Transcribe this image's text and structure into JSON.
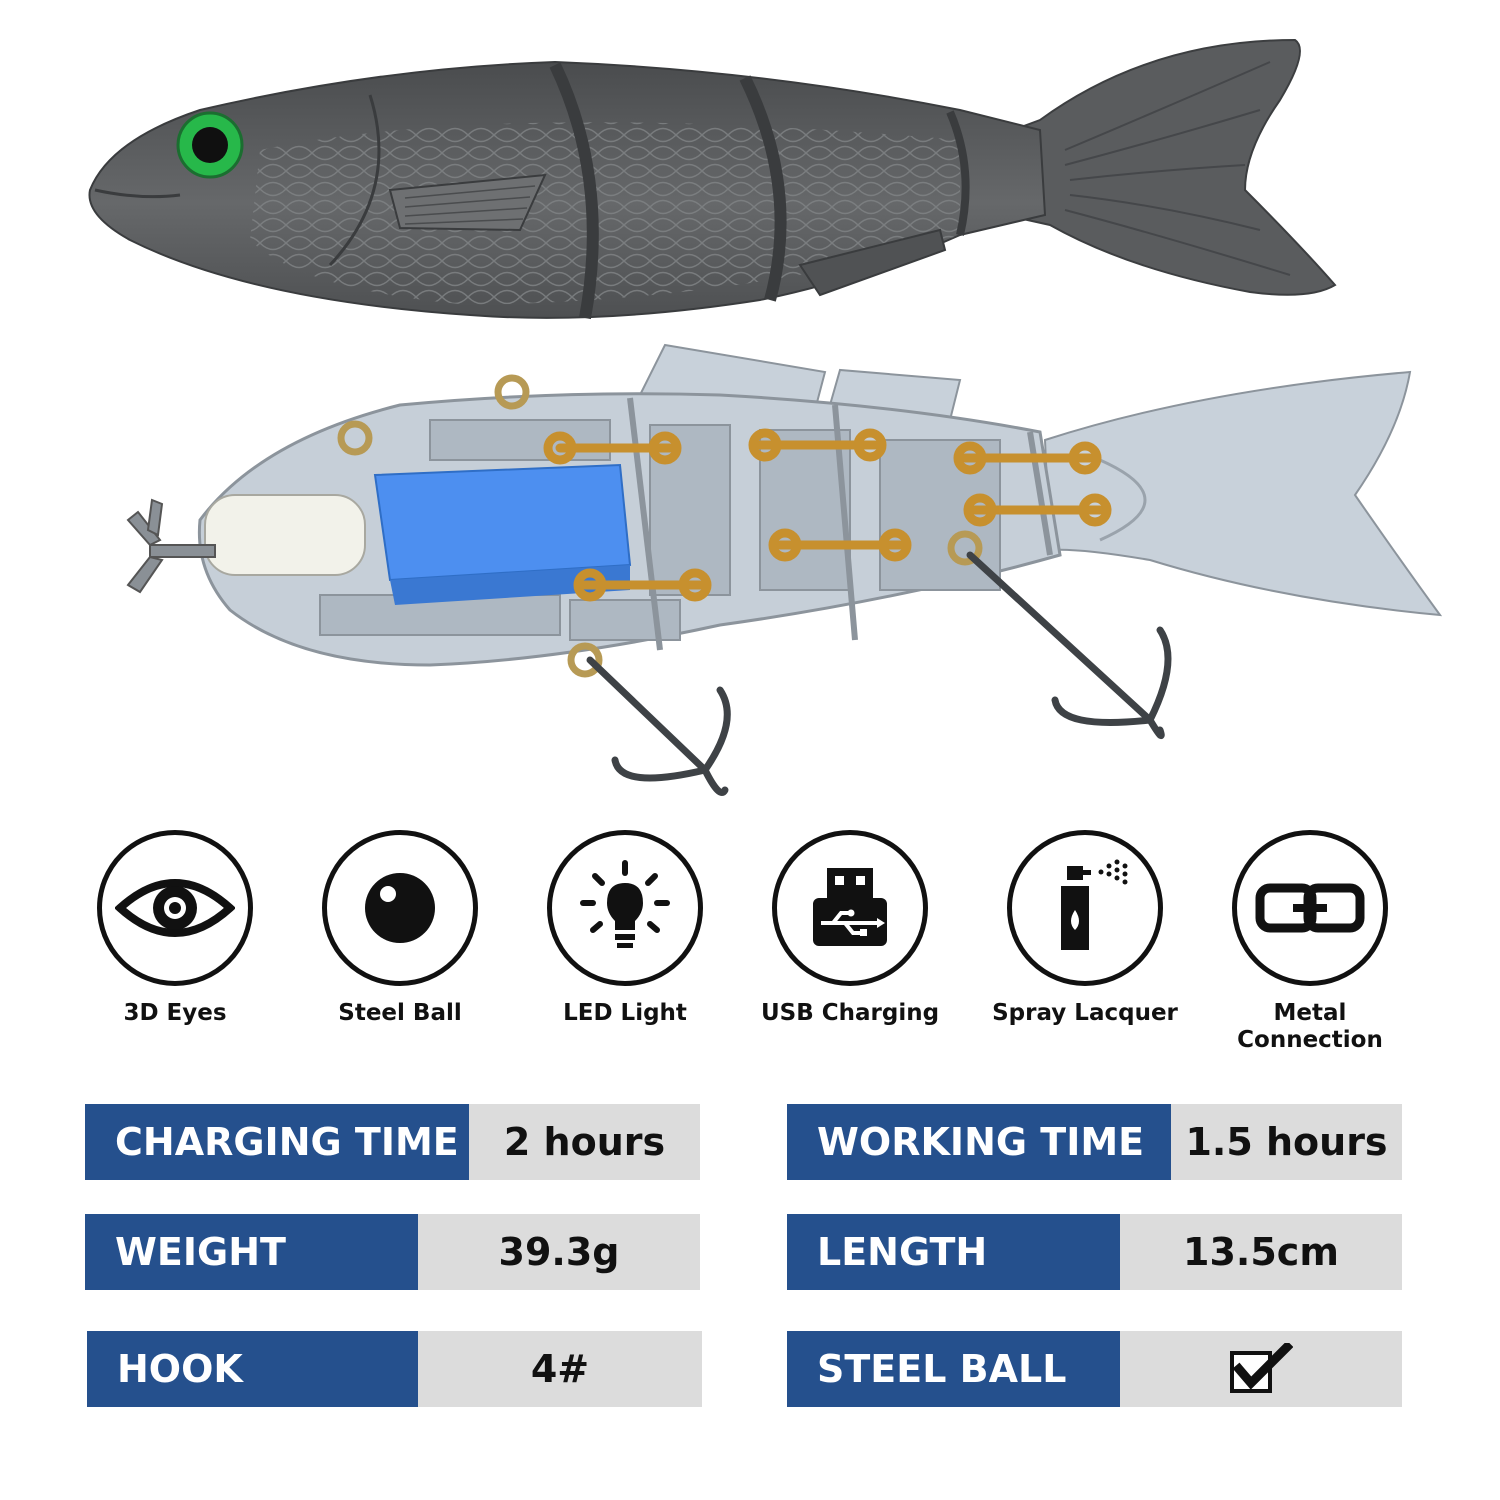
{
  "features": [
    {
      "icon": "eye-icon",
      "label": "3D Eyes"
    },
    {
      "icon": "steel-ball-icon",
      "label": "Steel Ball"
    },
    {
      "icon": "light-bulb-icon",
      "label": "LED Light"
    },
    {
      "icon": "usb-icon",
      "label": "USB Charging"
    },
    {
      "icon": "spray-bottle-icon",
      "label": "Spray Lacquer"
    },
    {
      "icon": "chain-link-icon",
      "label": "Metal Connection"
    }
  ],
  "specs": {
    "charging_time": {
      "key": "CHARGING TIME",
      "value": "2 hours"
    },
    "working_time": {
      "key": "WORKING TIME",
      "value": "1.5 hours"
    },
    "weight": {
      "key": "WEIGHT",
      "value": "39.3g"
    },
    "length": {
      "key": "LENGTH",
      "value": "13.5cm"
    },
    "hook": {
      "key": "HOOK",
      "value": "4#"
    },
    "steel_ball": {
      "key": "STEEL BALL",
      "value": "check-icon"
    }
  },
  "colors": {
    "header_blue": "#25508d",
    "value_gray": "#dcdcdc",
    "lure_gray": "#5c5e60",
    "frame_gray": "#c6cfd8",
    "battery_blue": "#4d8ff0",
    "eye_green": "#27b84a"
  }
}
